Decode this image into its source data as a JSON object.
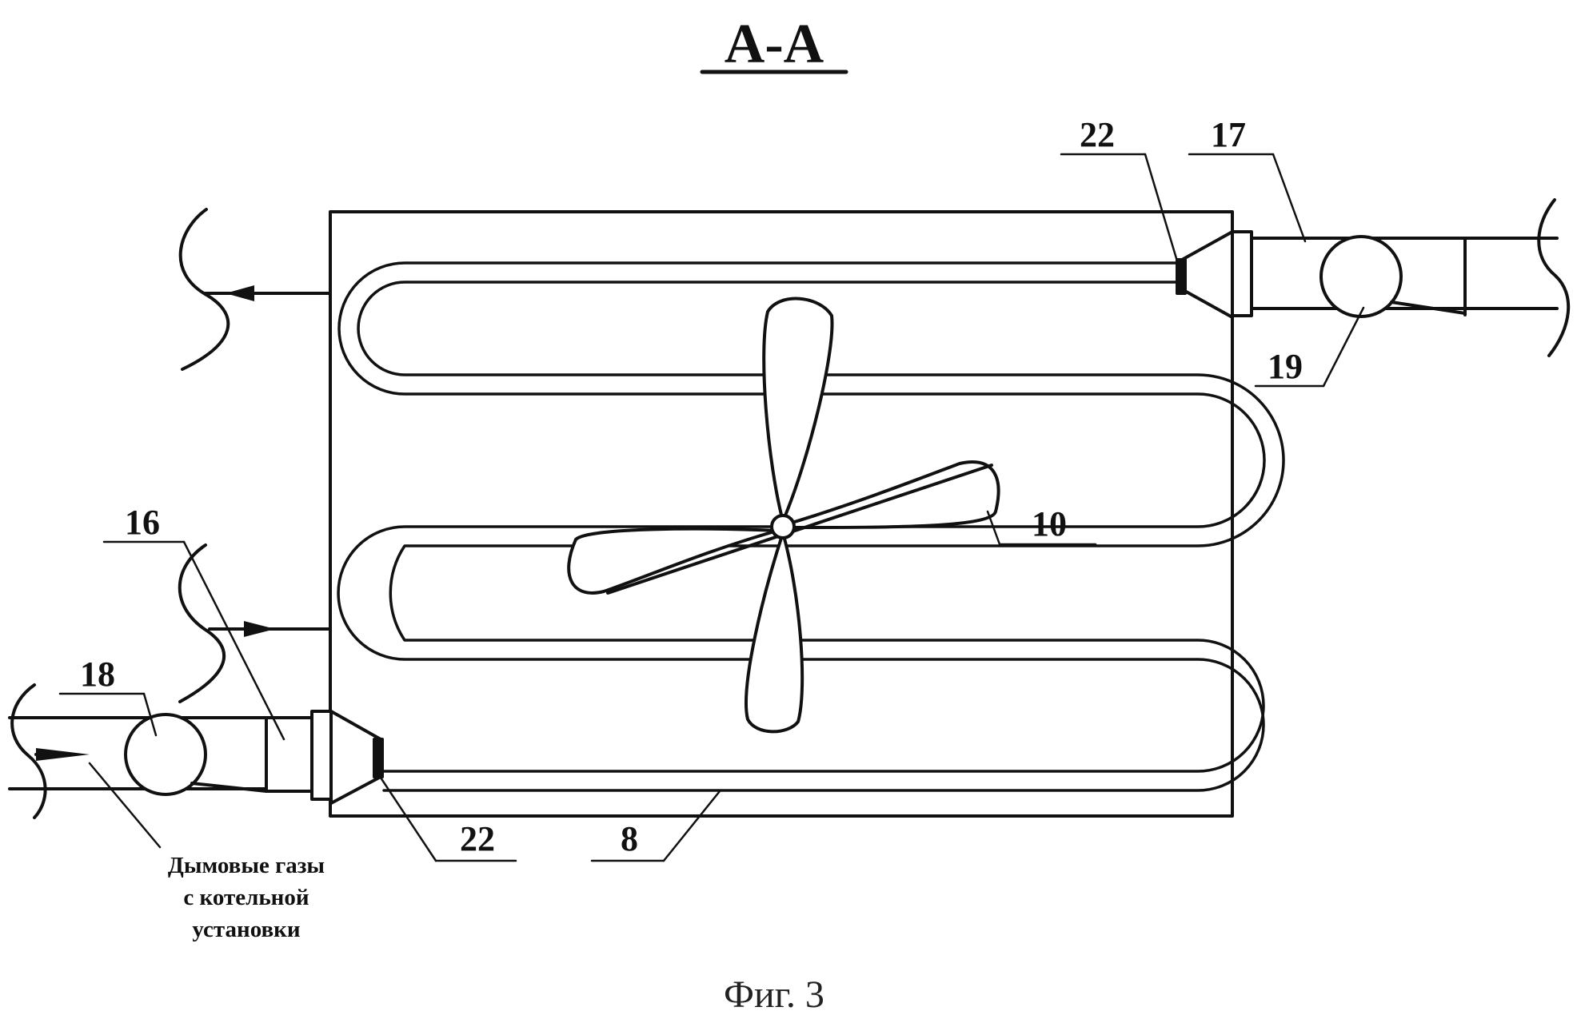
{
  "section_title": "А-А",
  "figure_caption": "Фиг. 3",
  "labels": {
    "l22a": "22",
    "l17": "17",
    "l19": "19",
    "l10": "10",
    "l16": "16",
    "l18": "18",
    "l22b": "22",
    "l8": "8"
  },
  "flue_gas_caption": [
    "Дымовые газы",
    "с котельной",
    "установки"
  ]
}
